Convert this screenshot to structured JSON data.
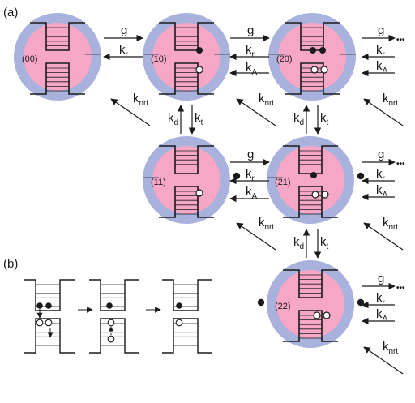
{
  "panels": {
    "a": "(a)",
    "b": "(b)"
  },
  "states": {
    "s00": "(00)",
    "s10": "(10)",
    "s20": "(20)",
    "s11": "(11)",
    "s21": "(21)",
    "s22": "(22)"
  },
  "rates": {
    "g": "g",
    "k": "k",
    "sub_r": "r",
    "sub_A": "A",
    "sub_nrt": "nrt",
    "sub_d": "d",
    "sub_t": "t",
    "ellipsis": "•••"
  },
  "colors": {
    "outer_ring": "#a9b1dd",
    "inner_disc": "#f6a7c6",
    "ink": "#1a1a1a",
    "white": "#ffffff"
  }
}
